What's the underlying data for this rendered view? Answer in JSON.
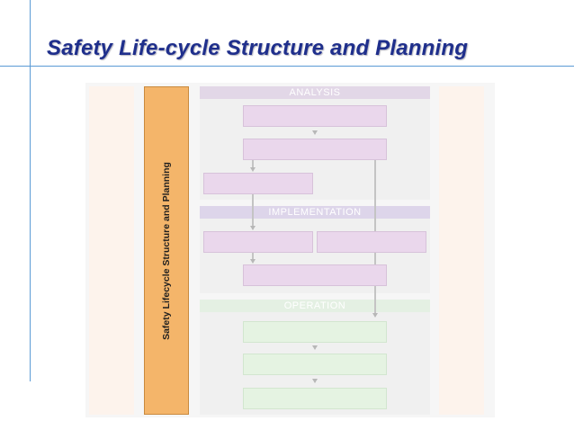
{
  "slide": {
    "title": "Safety Life-cycle Structure and Planning"
  },
  "diagram": {
    "side_bar_label": "Safety Lifecycle Structure and Planning",
    "sections": {
      "analysis": "ANALYSIS",
      "implementation": "IMPLEMENTATION",
      "operation": "OPERATION"
    }
  },
  "colors": {
    "title": "#1f2f8c",
    "accent_rule": "#5b9bd5",
    "side_bar": "#f4b56a",
    "analysis_box": "#ead7ec",
    "operation_box": "#e5f3e2"
  }
}
